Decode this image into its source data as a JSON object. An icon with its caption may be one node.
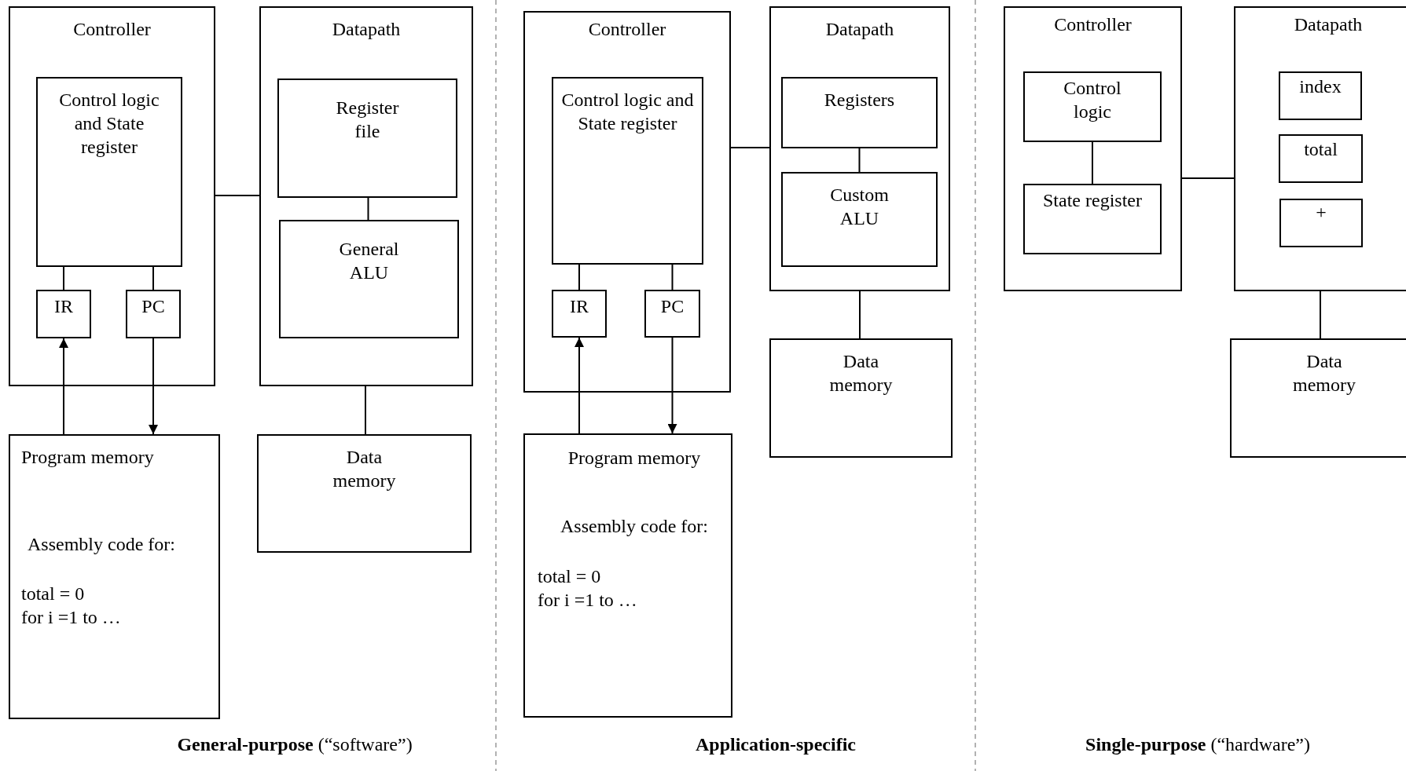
{
  "diagram": {
    "nodes": [
      {
        "text": [
          "Controller"
        ]
      },
      {
        "text": [
          "Control logic and State register"
        ],
        "in": 0
      },
      {
        "text": [
          "IR"
        ],
        "in": 0
      },
      {
        "text": [
          "PC"
        ],
        "in": 0
      },
      {
        "text": [
          "Datapath"
        ]
      },
      {
        "text": [
          "Register file"
        ],
        "in": 4
      },
      {
        "text": [
          "General ALU"
        ],
        "in": 4
      },
      {
        "text": [
          "Program memory",
          "Assembly code for:",
          "total = 0",
          "for i =1 to …"
        ]
      },
      {
        "text": [
          "Data memory"
        ]
      },
      {
        "text": [
          "Controller"
        ]
      },
      {
        "text": [
          "Control logic and State register"
        ],
        "in": 9
      },
      {
        "text": [
          "IR"
        ],
        "in": 9
      },
      {
        "text": [
          "PC"
        ],
        "in": 9
      },
      {
        "text": [
          "Datapath"
        ]
      },
      {
        "text": [
          "Registers"
        ],
        "in": 13
      },
      {
        "text": [
          "Custom ALU"
        ],
        "in": 13
      },
      {
        "text": [
          "Data memory"
        ]
      },
      {
        "text": [
          "Program memory",
          "Assembly code for:",
          "total = 0",
          "for i =1 to …"
        ]
      },
      {
        "text": [
          "Controller"
        ]
      },
      {
        "text": [
          "Control logic"
        ],
        "in": 18
      },
      {
        "text": [
          "State register"
        ],
        "in": 18
      },
      {
        "text": [
          "Datapath"
        ]
      },
      {
        "text": [
          "index"
        ],
        "in": 21
      },
      {
        "text": [
          "total"
        ],
        "in": 21
      },
      {
        "text": [
          "+"
        ],
        "in": 21
      },
      {
        "text": [
          "Data memory"
        ]
      }
    ],
    "edges": [
      {
        "from": 0,
        "to": 4,
        "arrow": "none"
      },
      {
        "from": 1,
        "to": 2,
        "arrow": "none"
      },
      {
        "from": 1,
        "to": 3,
        "arrow": "none"
      },
      {
        "from": 5,
        "to": 6,
        "arrow": "none"
      },
      {
        "from": 4,
        "to": 8,
        "arrow": "none"
      },
      {
        "from": 7,
        "to": 2,
        "arrow": "to"
      },
      {
        "from": 3,
        "to": 7,
        "arrow": "to"
      },
      {
        "from": 9,
        "to": 13,
        "arrow": "none"
      },
      {
        "from": 10,
        "to": 11,
        "arrow": "none"
      },
      {
        "from": 10,
        "to": 12,
        "arrow": "none"
      },
      {
        "from": 14,
        "to": 15,
        "arrow": "none"
      },
      {
        "from": 13,
        "to": 16,
        "arrow": "none"
      },
      {
        "from": 17,
        "to": 11,
        "arrow": "to"
      },
      {
        "from": 12,
        "to": 17,
        "arrow": "to"
      },
      {
        "from": 18,
        "to": 21,
        "arrow": "none"
      },
      {
        "from": 19,
        "to": 20,
        "arrow": "none"
      },
      {
        "from": 21,
        "to": 25,
        "arrow": "none"
      }
    ],
    "labels": [
      "**General-purpose** (“software”)",
      "Application-specific",
      "**Single-purpose** (“hardware”)"
    ]
  }
}
